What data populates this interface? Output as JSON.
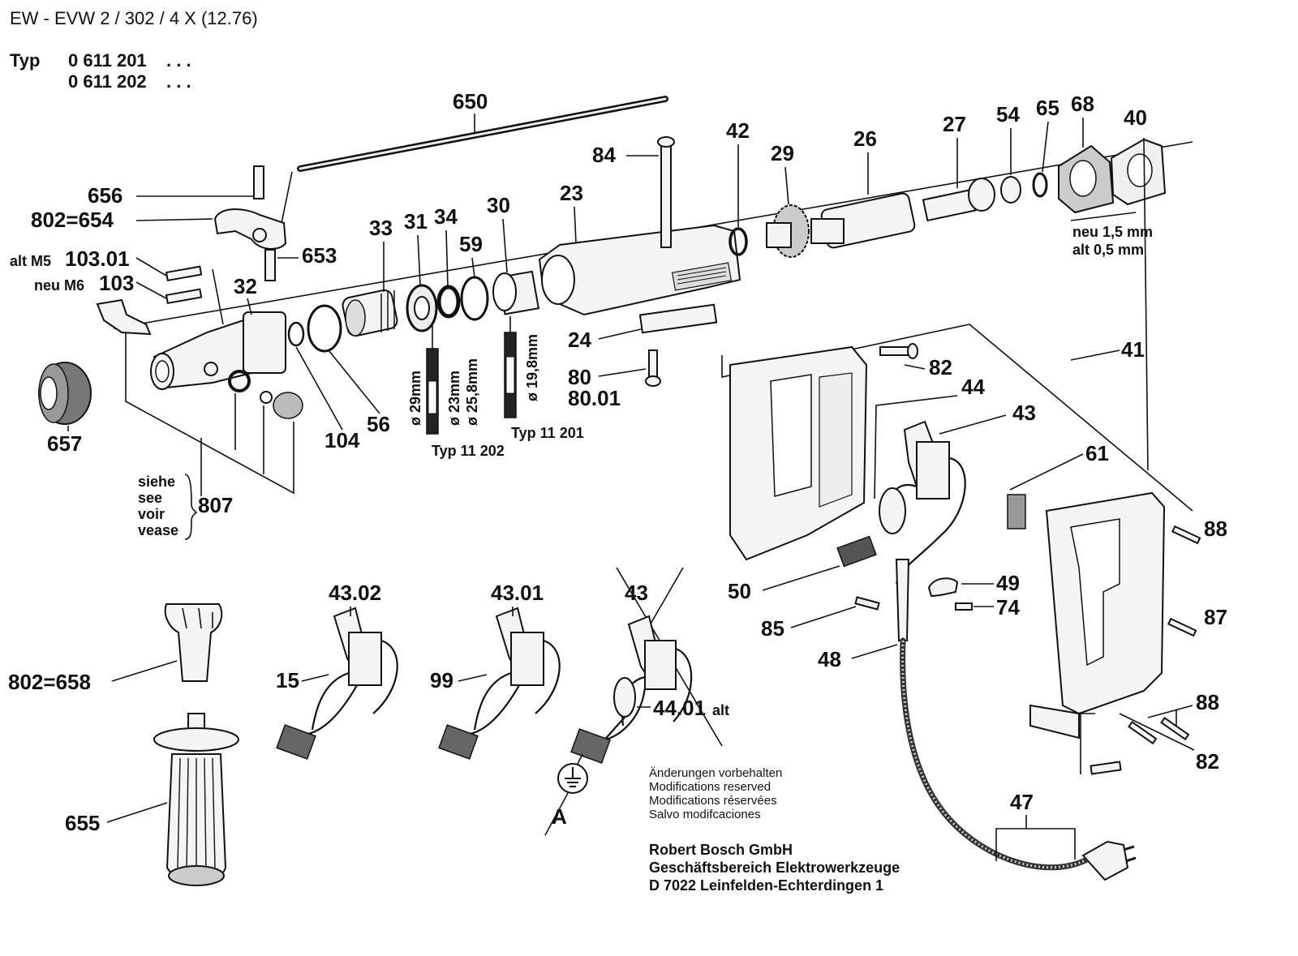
{
  "header": {
    "model": "EW - EVW 2 / 302 / 4 X (12.76)",
    "typ_label": "Typ",
    "typ_1": "0 611 201",
    "typ_2": "0 611 202",
    "dots": ". . ."
  },
  "callouts": {
    "c650": "650",
    "c656": "656",
    "c802_654": "802=654",
    "c653": "653",
    "c33": "33",
    "c31": "31",
    "c34": "34",
    "c59": "59",
    "c30": "30",
    "c23": "23",
    "c84": "84",
    "c42": "42",
    "c29": "29",
    "c26": "26",
    "c27": "27",
    "c54": "54",
    "c65": "65",
    "c68": "68",
    "c40": "40",
    "alt_m5": "alt M5",
    "c103_01": "103.01",
    "neu_m6": "neu M6",
    "c103": "103",
    "c32": "32",
    "c657": "657",
    "c104": "104",
    "c56": "56",
    "c24": "24",
    "c80": "80",
    "c80_01": "80.01",
    "c82a": "82",
    "c41": "41",
    "c44": "44",
    "c43": "43",
    "c61": "61",
    "c88a": "88",
    "c87": "87",
    "c88b": "88",
    "c82b": "82",
    "c49": "49",
    "c74": "74",
    "c50": "50",
    "c85": "85",
    "c48": "48",
    "c47": "47",
    "c807": "807",
    "c43_02": "43.02",
    "c43_01": "43.01",
    "c43b": "43",
    "c15": "15",
    "c99": "99",
    "c44_01": "44.01",
    "alt": "alt",
    "c802_658": "802=658",
    "c655": "655",
    "ground_a": "A"
  },
  "dimensions": {
    "d29": "ø 29mm",
    "d23": "ø 23mm",
    "d25_8": "ø 25,8mm",
    "d19_8": "ø 19,8mm",
    "typ_11202": "Typ 11 202",
    "typ_11201": "Typ 11 201",
    "neu_1_5": "neu 1,5 mm",
    "alt_0_5": "alt 0,5 mm"
  },
  "see_note": {
    "l1": "siehe",
    "l2": "see",
    "l3": "voir",
    "l4": "vease"
  },
  "modifications": {
    "de": "Änderungen vorbehalten",
    "en": "Modifications reserved",
    "fr": "Modifications réservées",
    "es": "Salvo modifcaciones"
  },
  "company": {
    "name": "Robert Bosch GmbH",
    "division": "Geschäftsbereich Elektrowerkzeuge",
    "address": "D 7022 Leinfelden-Echterdingen 1"
  }
}
